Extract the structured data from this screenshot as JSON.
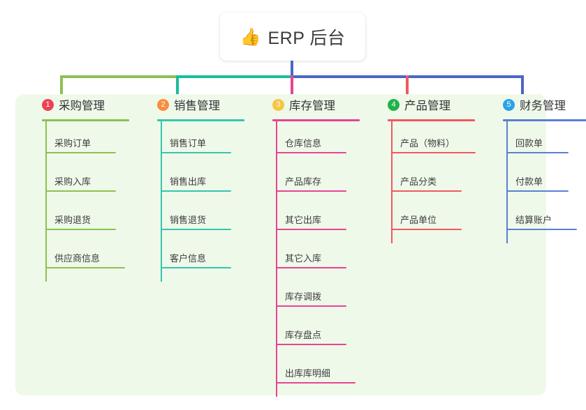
{
  "root": {
    "icon": "thumbs-up-icon",
    "emoji": "👍",
    "title": "ERP 后台"
  },
  "colors": {
    "panel_bg": "#eff9e9",
    "page_bg": "#ffffff",
    "trunk_green": "#8cc152",
    "trunk_teal": "#1abc9c",
    "trunk_pink": "#e84393",
    "trunk_red": "#f1585f",
    "trunk_blue": "#4a66c4",
    "badge_1": "#ef4056",
    "badge_2": "#f98d3d",
    "badge_3": "#f9c440",
    "badge_4": "#22b14c",
    "badge_5": "#2aa3e8"
  },
  "connectors": {
    "root_stem_color": "#4a66c4",
    "bar_segments": [
      {
        "name": "green-segment",
        "color": "#8cc152"
      },
      {
        "name": "teal-segment",
        "color": "#1abc9c"
      },
      {
        "name": "blue-segment",
        "color": "#4a66c4"
      }
    ],
    "drops": [
      {
        "name": "drop-purchasing",
        "color": "#8cc152"
      },
      {
        "name": "drop-sales",
        "color": "#1abc9c"
      },
      {
        "name": "drop-inventory",
        "color": "#e84393"
      },
      {
        "name": "drop-product",
        "color": "#f1585f"
      },
      {
        "name": "drop-finance",
        "color": "#4a66c4"
      }
    ]
  },
  "columns": [
    {
      "id": "purchasing",
      "badge": "1",
      "badge_color": "#ef4056",
      "line_color": "#8cc152",
      "title": "采购管理",
      "items": [
        "采购订单",
        "采购入库",
        "采购退货",
        "供应商信息"
      ]
    },
    {
      "id": "sales",
      "badge": "2",
      "badge_color": "#f98d3d",
      "line_color": "#35c6ae",
      "title": "销售管理",
      "items": [
        "销售订单",
        "销售出库",
        "销售退货",
        "客户信息"
      ]
    },
    {
      "id": "inventory",
      "badge": "3",
      "badge_color": "#f9c440",
      "line_color": "#e84393",
      "title": "库存管理",
      "items": [
        "仓库信息",
        "产品库存",
        "其它出库",
        "其它入库",
        "库存调拨",
        "库存盘点",
        "出库库明细"
      ]
    },
    {
      "id": "product",
      "badge": "4",
      "badge_color": "#22b14c",
      "line_color": "#f1585f",
      "title": "产品管理",
      "items": [
        "产品（物料）",
        "产品分类",
        "产品单位"
      ]
    },
    {
      "id": "finance",
      "badge": "5",
      "badge_color": "#2aa3e8",
      "line_color": "#5a7fd4",
      "title": "财务管理",
      "items": [
        "回款单",
        "付款单",
        "结算账户"
      ]
    }
  ]
}
